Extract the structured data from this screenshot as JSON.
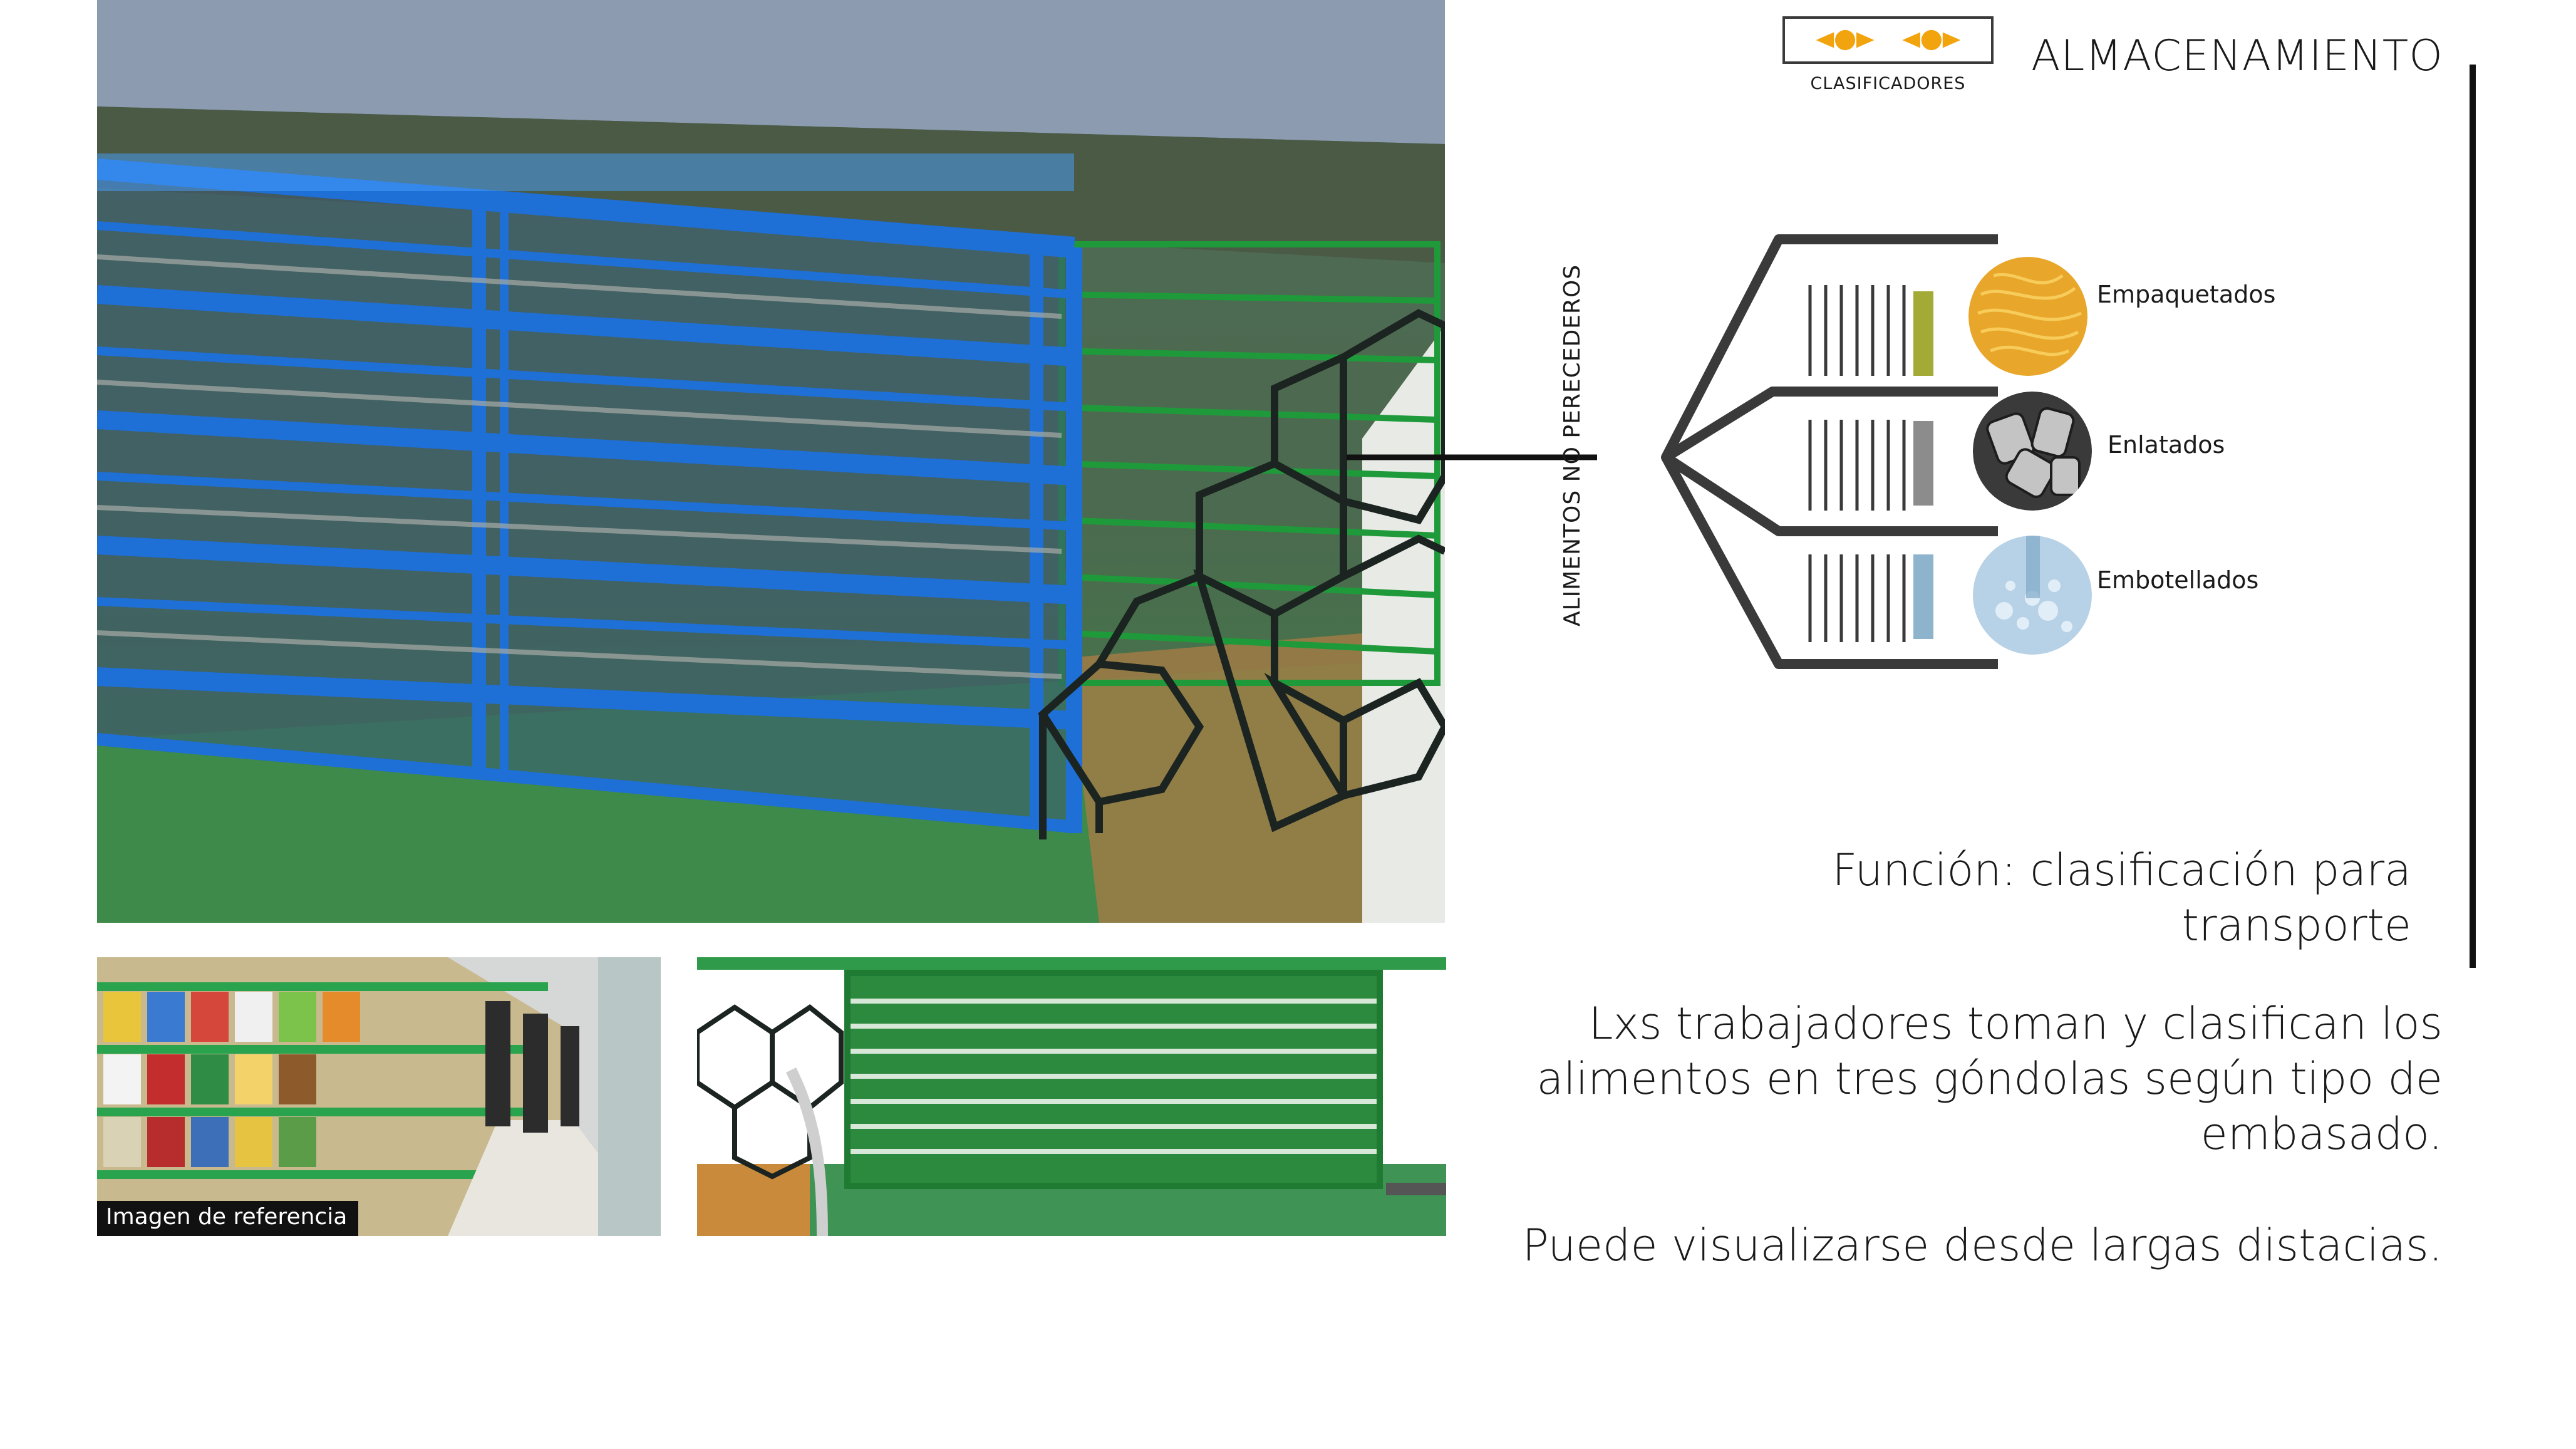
{
  "legend": {
    "caption": "CLASIFICADORES",
    "icon": "double-sorter-icon",
    "icon_color": "#f2a40f"
  },
  "section_title": "ALMACENAMIENTO",
  "diagram": {
    "axis_label": "ALIMENTOS NO PERECEDEROS",
    "categories": [
      {
        "label": "Empaquetados",
        "bar_color": "#a3aa36",
        "image": "pasta-thumbnail"
      },
      {
        "label": "Enlatados",
        "bar_color": "#8c8c8c",
        "image": "cans-thumbnail"
      },
      {
        "label": "Embotellados",
        "bar_color": "#8db4cc",
        "image": "bottles-thumbnail"
      }
    ]
  },
  "function_text": "Función: clasificación para transporte",
  "description": {
    "paragraph_1": "Lxs trabajadores toman y clasifican los alimentos en tres góndolas según tipo de embasado.",
    "paragraph_2": "Puede visualizarse desde largas distacias."
  },
  "reference_image": {
    "label": "Imagen de referencia"
  },
  "colors": {
    "shelf_blue": "#1e6fd6",
    "shelf_green": "#1f9a3a",
    "hex_frame": "#1b2420"
  }
}
